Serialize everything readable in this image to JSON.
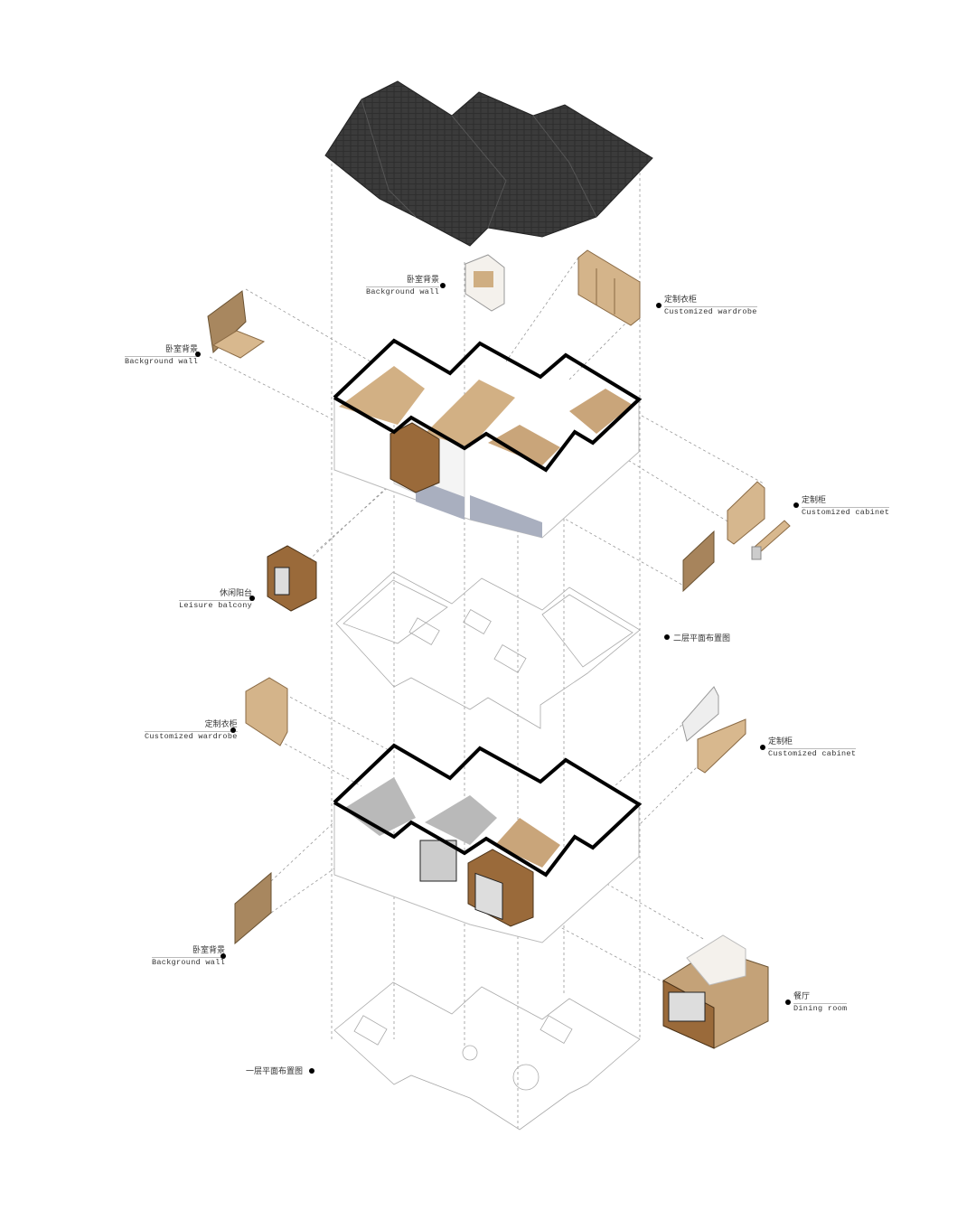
{
  "title": "Exploded axonometric of two-storey house interior",
  "colors": {
    "roof": "#3a3a3a",
    "wood": "#c9a57a",
    "dark_wood": "#9a6a3a",
    "wall": "#ffffff",
    "outline": "#000000",
    "floor_grey": "#b9b9b9",
    "base": "#a9afbf"
  },
  "labels": [
    {
      "id": "bg-wall-top",
      "cn": "卧室背景",
      "en": "Background wall"
    },
    {
      "id": "wardrobe-top",
      "cn": "定制衣柜",
      "en": "Customized wardrobe"
    },
    {
      "id": "bg-wall-left",
      "cn": "卧室背景",
      "en": "Background wall"
    },
    {
      "id": "cabinet-upper",
      "cn": "定制柜",
      "en": "Customized cabinet"
    },
    {
      "id": "leisure-balcony",
      "cn": "休闲阳台",
      "en": "Leisure balcony"
    },
    {
      "id": "wardrobe-lower",
      "cn": "定制衣柜",
      "en": "Customized wardrobe"
    },
    {
      "id": "cabinet-lower",
      "cn": "定制柜",
      "en": "Customized cabinet"
    },
    {
      "id": "bg-wall-lower",
      "cn": "卧室背景",
      "en": "Background wall"
    },
    {
      "id": "dining-room",
      "cn": "餐厅",
      "en": "Dining room"
    }
  ],
  "plans": {
    "second_floor": "二层平面布置图",
    "first_floor": "一层平面布置图"
  }
}
